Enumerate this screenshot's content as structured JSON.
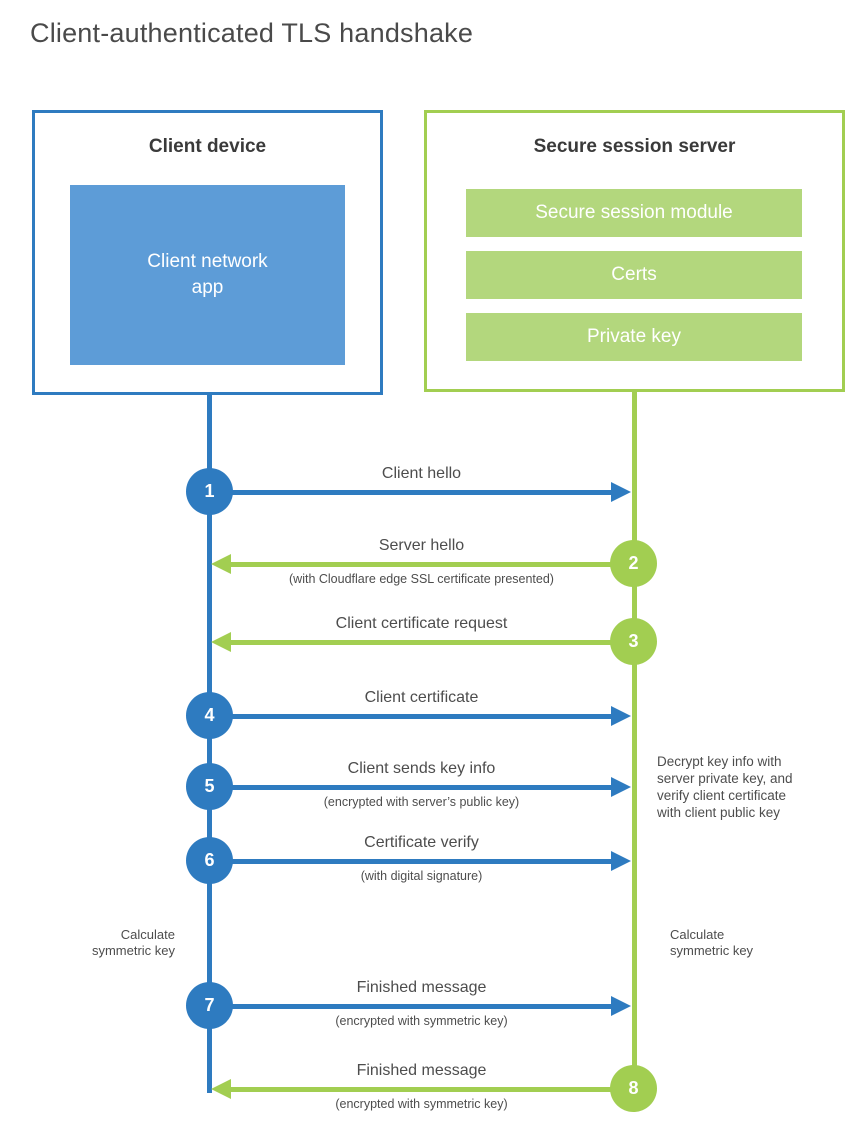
{
  "title": "Client-authenticated TLS handshake",
  "colors": {
    "blue": "#2e7bc0",
    "blue_fill": "#5d9cd7",
    "green": "#a2ce51",
    "green_fill": "#b3d77d",
    "text": "#4d4d4d",
    "heading": "#3a3a3a",
    "title": "#4a4a4a"
  },
  "client": {
    "title": "Client device",
    "app_label": "Client network\napp"
  },
  "server": {
    "title": "Secure session server",
    "modules": [
      "Secure session module",
      "Certs",
      "Private key"
    ]
  },
  "steps": [
    {
      "num": "1",
      "actor": "client",
      "direction": "right",
      "label": "Client hello",
      "sub": ""
    },
    {
      "num": "2",
      "actor": "server",
      "direction": "left",
      "label": "Server hello",
      "sub": "(with Cloudflare edge SSL certificate presented)"
    },
    {
      "num": "3",
      "actor": "server",
      "direction": "left",
      "label": "Client certificate request",
      "sub": ""
    },
    {
      "num": "4",
      "actor": "client",
      "direction": "right",
      "label": "Client certificate",
      "sub": ""
    },
    {
      "num": "5",
      "actor": "client",
      "direction": "right",
      "label": "Client sends key info",
      "sub": "(encrypted with server’s public key)"
    },
    {
      "num": "6",
      "actor": "client",
      "direction": "right",
      "label": "Certificate verify",
      "sub": "(with digital signature)"
    },
    {
      "num": "7",
      "actor": "client",
      "direction": "right",
      "label": "Finished message",
      "sub": "(encrypted with symmetric key)"
    },
    {
      "num": "8",
      "actor": "server",
      "direction": "left",
      "label": "Finished message",
      "sub": "(encrypted with symmetric key)"
    }
  ],
  "notes": {
    "decrypt": "Decrypt key info with\nserver private key, and\nverify client certificate\nwith client public key",
    "calc_left": "Calculate\nsymmetric key",
    "calc_right": "Calculate\nsymmetric key"
  }
}
